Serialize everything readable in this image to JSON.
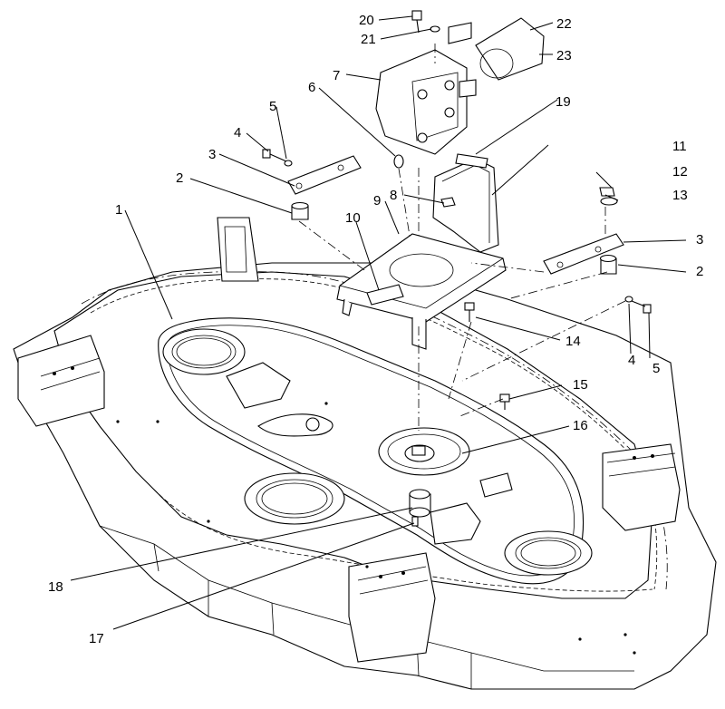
{
  "callouts": [
    {
      "id": "c20",
      "label": "20"
    },
    {
      "id": "c21",
      "label": "21"
    },
    {
      "id": "c22",
      "label": "22"
    },
    {
      "id": "c23",
      "label": "23"
    },
    {
      "id": "c7",
      "label": "7"
    },
    {
      "id": "c6",
      "label": "6"
    },
    {
      "id": "c19",
      "label": "19"
    },
    {
      "id": "c5a",
      "label": "5"
    },
    {
      "id": "c4a",
      "label": "4"
    },
    {
      "id": "c3a",
      "label": "3"
    },
    {
      "id": "c11",
      "label": "11"
    },
    {
      "id": "c12",
      "label": "12"
    },
    {
      "id": "c2a",
      "label": "2"
    },
    {
      "id": "c8",
      "label": "8"
    },
    {
      "id": "c13",
      "label": "13"
    },
    {
      "id": "c9",
      "label": "9"
    },
    {
      "id": "c1",
      "label": "1"
    },
    {
      "id": "c10",
      "label": "10"
    },
    {
      "id": "c3b",
      "label": "3"
    },
    {
      "id": "c2b",
      "label": "2"
    },
    {
      "id": "c14",
      "label": "14"
    },
    {
      "id": "c4b",
      "label": "4"
    },
    {
      "id": "c5b",
      "label": "5"
    },
    {
      "id": "c15",
      "label": "15"
    },
    {
      "id": "c16",
      "label": "16"
    },
    {
      "id": "c18",
      "label": "18"
    },
    {
      "id": "c17",
      "label": "17"
    }
  ]
}
